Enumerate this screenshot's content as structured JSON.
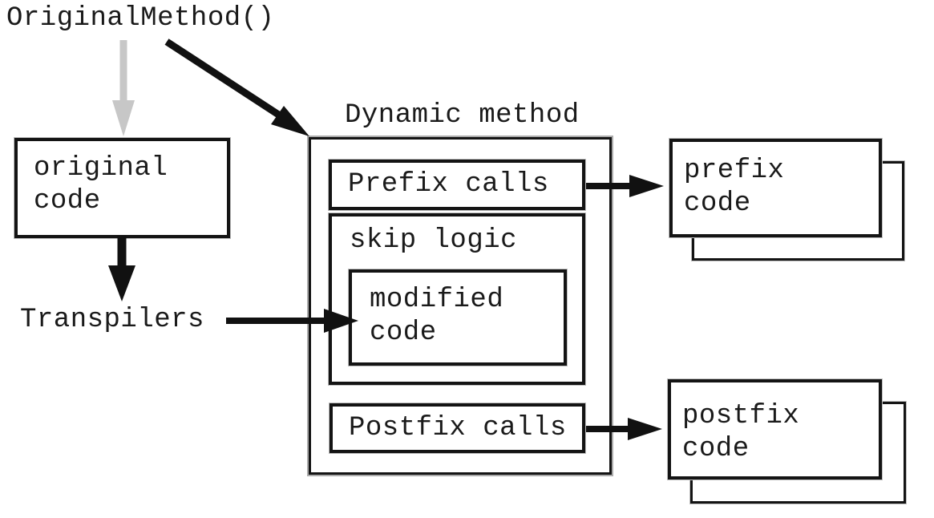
{
  "labels": {
    "original_method": "OriginalMethod()",
    "dynamic_method": "Dynamic method",
    "transpilers": "Transpilers"
  },
  "boxes": {
    "original_code": "original\ncode",
    "prefix_calls": "Prefix calls",
    "skip_logic": "skip logic",
    "modified_code": "modified\ncode",
    "postfix_calls": "Postfix calls",
    "prefix_code": "prefix\ncode",
    "postfix_code": "postfix\ncode"
  },
  "edges": [
    {
      "from": "OriginalMethod()",
      "to": "original code",
      "style": "faded"
    },
    {
      "from": "OriginalMethod()",
      "to": "Dynamic method",
      "style": "solid"
    },
    {
      "from": "original code",
      "to": "Transpilers",
      "style": "solid"
    },
    {
      "from": "Transpilers",
      "to": "modified code",
      "style": "solid"
    },
    {
      "from": "Prefix calls",
      "to": "prefix code",
      "style": "solid"
    },
    {
      "from": "Postfix calls",
      "to": "postfix code",
      "style": "solid"
    }
  ],
  "colors": {
    "text": "#1a1a1a",
    "border": "#141414",
    "arrow": "#111111",
    "faded_arrow": "#c7c7c7",
    "background": "#ffffff"
  }
}
